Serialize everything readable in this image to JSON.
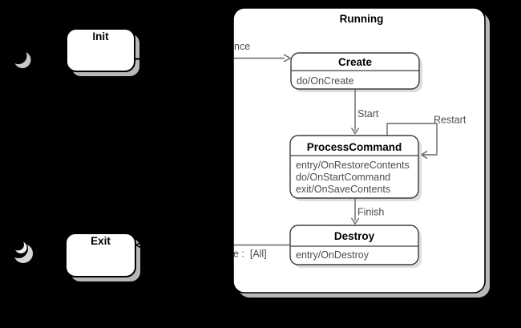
{
  "diagram": {
    "colors": {
      "background": "#000000",
      "state_fill": "#ffffff",
      "outer_border": "#000000",
      "inner_border": "#3d3d3d",
      "outer_shadow": "#b8b8b8",
      "inner_shadow": "#dedede",
      "transition_line": "#666666",
      "label_text": "#4d4d4d",
      "title_text": "#000000",
      "initial_icon_gray": "#c9c9c9",
      "final_icon_gray": "#d6d6d6",
      "final_icon_light": "#f0f0f0"
    },
    "states": {
      "init": {
        "label": "Init"
      },
      "exit": {
        "label": "Exit"
      },
      "running": {
        "label": "Running"
      },
      "create": {
        "label": "Create",
        "actions": [
          "do/OnCreate"
        ]
      },
      "process_command": {
        "label": "ProcessCommand",
        "actions": [
          "entry/OnRestoreContents",
          "do/OnStartCommand",
          "exit/OnSaveContents"
        ]
      },
      "destroy": {
        "label": "Destroy",
        "actions": [
          "entry/OnDestroy"
        ]
      }
    },
    "transitions": {
      "init_to_create": {
        "label": "nce"
      },
      "create_to_process": {
        "label": "Start"
      },
      "process_self": {
        "label": "Restart"
      },
      "process_to_destroy": {
        "label": "Finish"
      },
      "destroy_to_exit": {
        "label": "e :  [All]"
      }
    }
  }
}
